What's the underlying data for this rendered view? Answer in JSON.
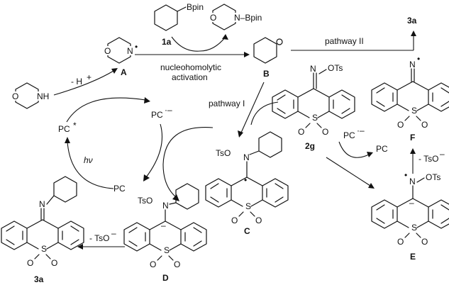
{
  "labels": {
    "bpin_top": "Bpin",
    "nbpin": "N–Bpin",
    "cpd_1a": "1a",
    "nucleo_1": "nucleohomolytic",
    "nucleo_2": "activation",
    "cpd_A": "A",
    "cpd_B": "B",
    "pathway_I": "pathway I",
    "pathway_II": "pathway II",
    "cpd_3a_top": "3a",
    "cpd_3a_bottom": "3a",
    "cpd_2g": "2g",
    "cpd_C": "C",
    "cpd_D": "D",
    "cpd_E": "E",
    "cpd_F": "F",
    "nh": "NH",
    "minus_h": "- H",
    "h_plus": "+",
    "pc_star": "PC",
    "star": "*",
    "pc_minus_1": "PC",
    "pc_minus_2": "PC",
    "dot_minus": "·–",
    "pc_plain_1": "PC",
    "pc_plain_2": "PC",
    "hv": "hν",
    "tso_minus_1": "- TsO",
    "tso_minus_2": "- TsO",
    "minus_sup": "–",
    "oTs_2g": "OTs",
    "oTs_E": "OTs",
    "tso_C": "TsO",
    "tso_D": "TsO",
    "n_letter": "N",
    "o_letter": "O",
    "s_letter": "S",
    "radical_dot": "•"
  }
}
